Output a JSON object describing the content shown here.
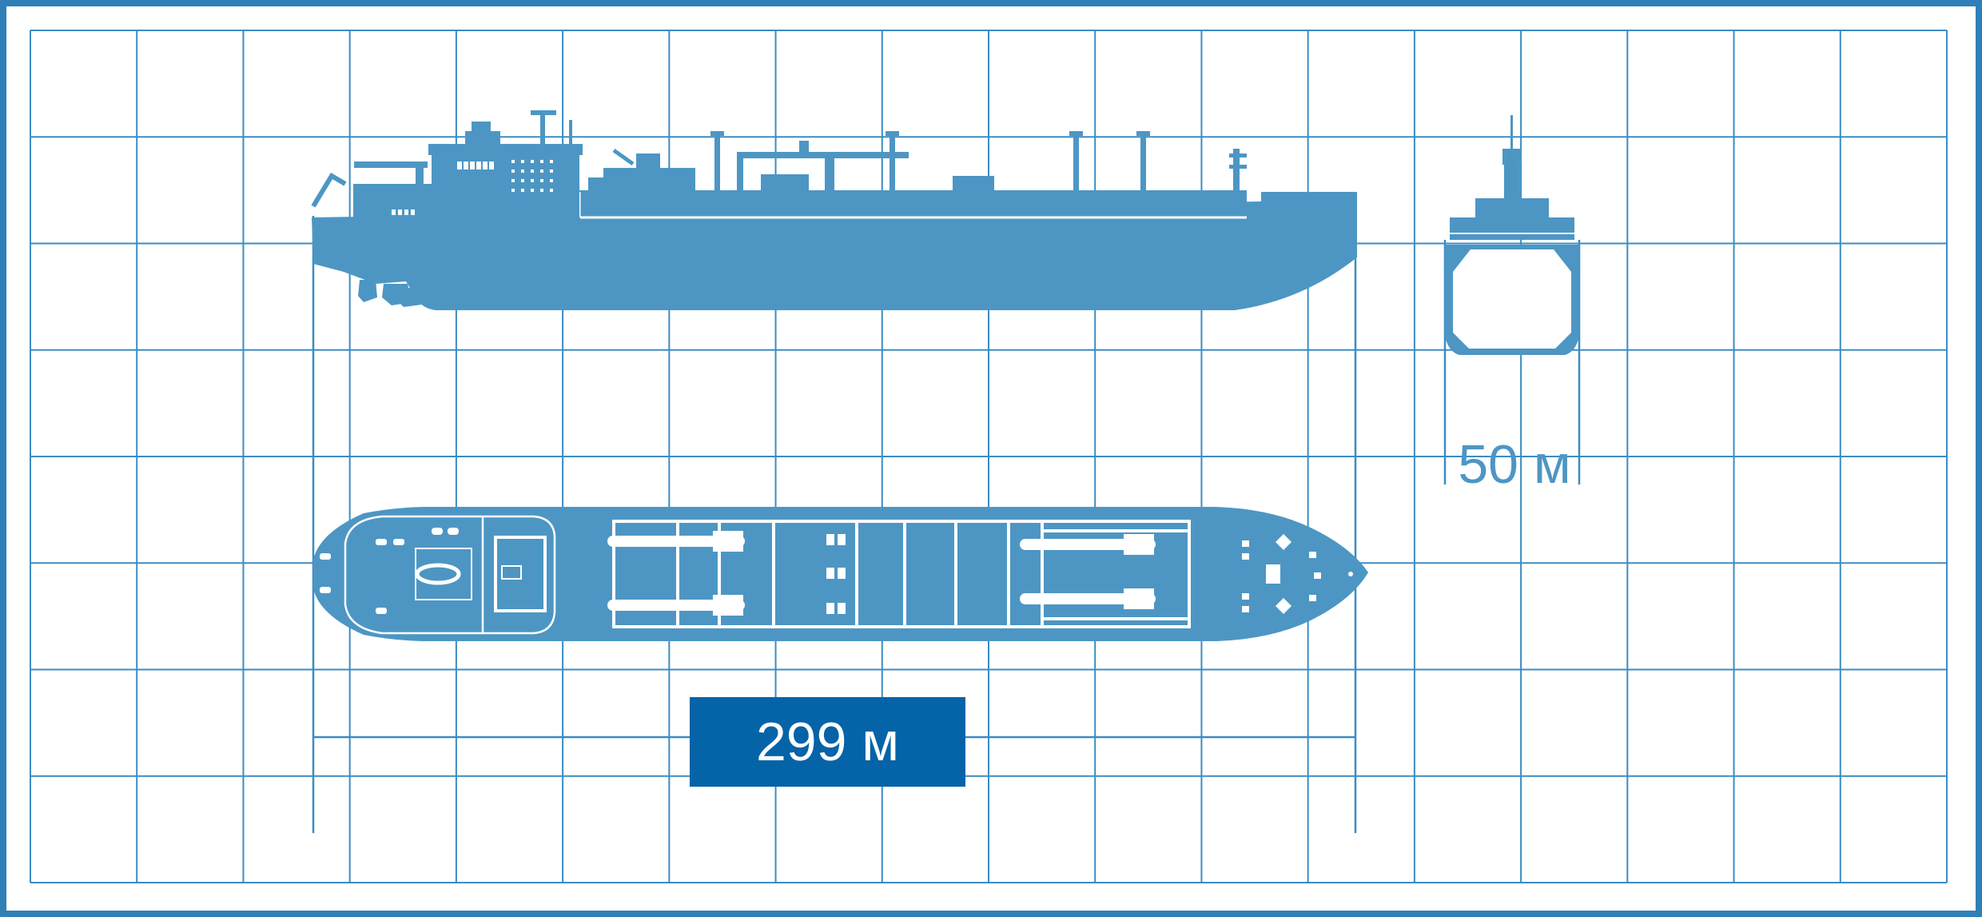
{
  "colors": {
    "frame": "#2f80b7",
    "grid": "#3b8cc4",
    "ship": "#4d96c4",
    "deck_detail": "#ffffff",
    "label_box": "#0563a8",
    "beam_text": "#4d96c4",
    "length_text": "#ffffff"
  },
  "diagram": {
    "length_label": "299 м",
    "beam_label": "50 м",
    "views": [
      "side-profile",
      "top-plan",
      "front-section"
    ]
  }
}
